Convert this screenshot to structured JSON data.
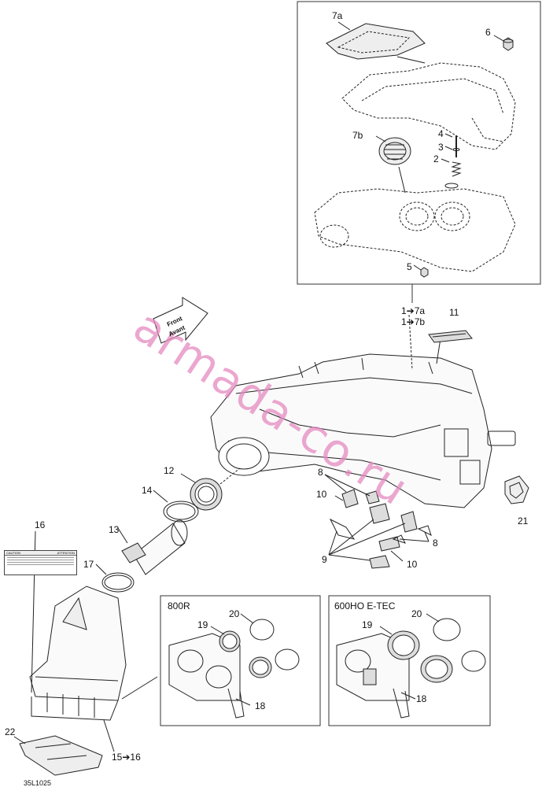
{
  "diagram": {
    "doc_code": "35L1025",
    "watermark": "armada-co.ru",
    "front_arrow": {
      "line1": "Front",
      "line2": "Avant"
    },
    "caution_label": {
      "left": "CAUTION",
      "right": "ATTENTION"
    },
    "inset_800r": {
      "title": "800R"
    },
    "inset_600ho": {
      "title": "600HO E-TEC"
    },
    "callouts": {
      "c7a": "7a",
      "c6": "6",
      "c7b": "7b",
      "c4": "4",
      "c3": "3",
      "c2": "2",
      "c5": "5",
      "c1_7a": "1➔7a",
      "c1_7b": "1➔7b",
      "c11": "11",
      "c12": "12",
      "c14": "14",
      "c16": "16",
      "c13": "13",
      "c17": "17",
      "c8a": "8",
      "c10a": "10",
      "c9": "9",
      "c8b": "8",
      "c10b": "10",
      "c21": "21",
      "c20a": "20",
      "c19a": "19",
      "c18a": "18",
      "c20b": "20",
      "c19b": "19",
      "c18b": "18",
      "c22": "22",
      "c15_16": "15➔16"
    }
  }
}
